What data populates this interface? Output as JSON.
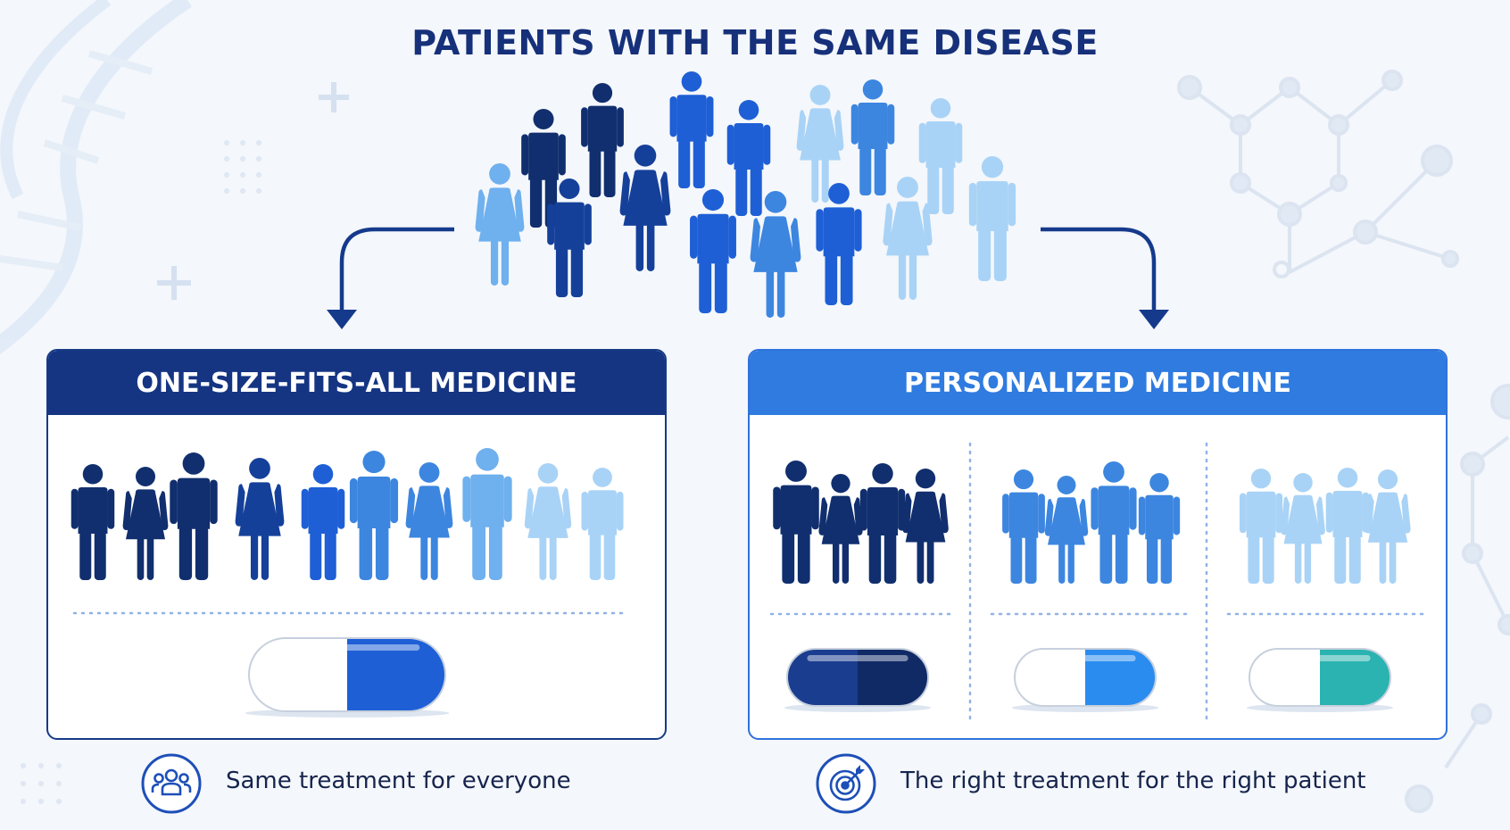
{
  "title": "PATIENTS WITH THE SAME DISEASE",
  "colors": {
    "navy": "#112f6e",
    "dark_blue": "#15409a",
    "royal_blue": "#1e5fd6",
    "medium_blue": "#3c86e0",
    "sky_blue": "#6fb0ee",
    "light_blue": "#a9d3f6",
    "teal": "#2ab3b0"
  },
  "crowd": {
    "figures": [
      {
        "color": "sky_blue",
        "type": "female"
      },
      {
        "color": "navy",
        "type": "male"
      },
      {
        "color": "navy",
        "type": "male"
      },
      {
        "color": "dark_blue",
        "type": "male"
      },
      {
        "color": "dark_blue",
        "type": "female"
      },
      {
        "color": "royal_blue",
        "type": "male"
      },
      {
        "color": "royal_blue",
        "type": "male"
      },
      {
        "color": "royal_blue",
        "type": "male"
      },
      {
        "color": "medium_blue",
        "type": "female"
      },
      {
        "color": "light_blue",
        "type": "female"
      },
      {
        "color": "royal_blue",
        "type": "male"
      },
      {
        "color": "medium_blue",
        "type": "male"
      },
      {
        "color": "light_blue",
        "type": "female"
      },
      {
        "color": "light_blue",
        "type": "male"
      },
      {
        "color": "light_blue",
        "type": "male"
      }
    ]
  },
  "left_panel": {
    "title": "ONE-SIZE-FITS-ALL MEDICINE",
    "figures": [
      {
        "color": "navy",
        "type": "male"
      },
      {
        "color": "navy",
        "type": "female"
      },
      {
        "color": "navy",
        "type": "male"
      },
      {
        "color": "dark_blue",
        "type": "female"
      },
      {
        "color": "royal_blue",
        "type": "male"
      },
      {
        "color": "medium_blue",
        "type": "male"
      },
      {
        "color": "medium_blue",
        "type": "female"
      },
      {
        "color": "sky_blue",
        "type": "male"
      },
      {
        "color": "light_blue",
        "type": "female"
      },
      {
        "color": "light_blue",
        "type": "male"
      }
    ],
    "pill": {
      "left": "#ffffff",
      "right": "#1e5fd6"
    },
    "caption": "Same treatment for everyone",
    "icon": "group-people-icon"
  },
  "right_panel": {
    "title": "PERSONALIZED MEDICINE",
    "groups": [
      {
        "figures": [
          {
            "color": "navy",
            "type": "male"
          },
          {
            "color": "navy",
            "type": "female"
          },
          {
            "color": "navy",
            "type": "male"
          },
          {
            "color": "navy",
            "type": "female"
          }
        ],
        "pill": {
          "left": "#1a3d8f",
          "right": "#102a66"
        }
      },
      {
        "figures": [
          {
            "color": "medium_blue",
            "type": "male"
          },
          {
            "color": "medium_blue",
            "type": "female"
          },
          {
            "color": "medium_blue",
            "type": "male"
          },
          {
            "color": "medium_blue",
            "type": "male"
          }
        ],
        "pill": {
          "left": "#ffffff",
          "right": "#2b8cef"
        }
      },
      {
        "figures": [
          {
            "color": "light_blue",
            "type": "male"
          },
          {
            "color": "light_blue",
            "type": "female"
          },
          {
            "color": "light_blue",
            "type": "male"
          },
          {
            "color": "light_blue",
            "type": "female"
          }
        ],
        "pill": {
          "left": "#ffffff",
          "right": "#2ab3b0"
        }
      }
    ],
    "caption": "The right treatment for the right patient",
    "icon": "target-arrow-icon"
  }
}
